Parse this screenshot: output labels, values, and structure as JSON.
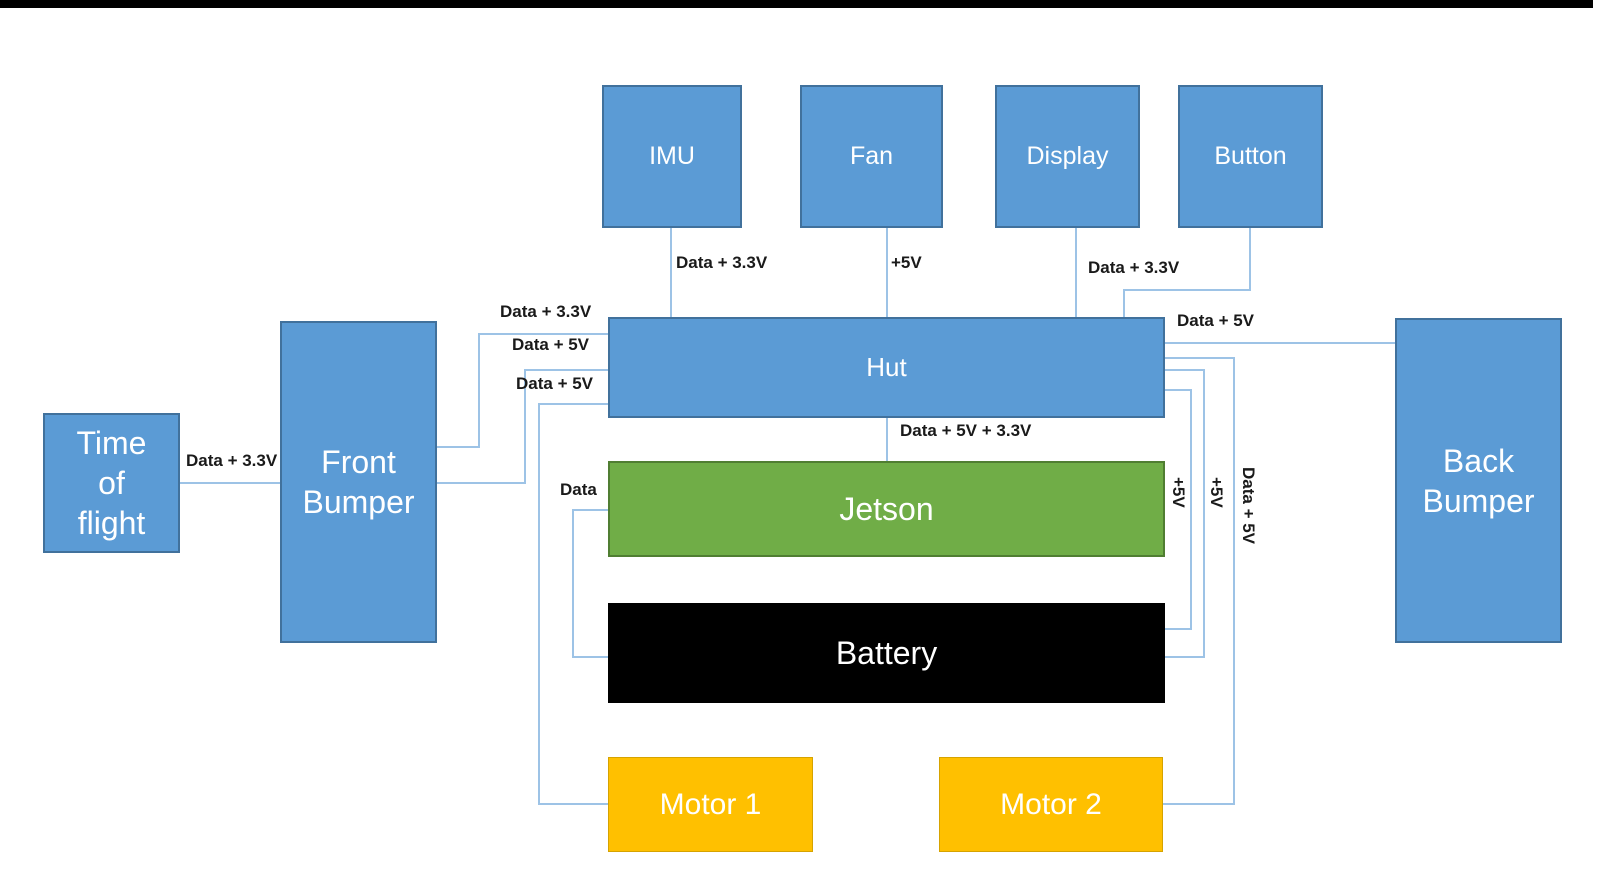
{
  "colors": {
    "node_blue": "#5B9BD5",
    "node_blue_border": "#41719C",
    "node_green": "#70AD47",
    "node_green_border": "#507E32",
    "node_black": "#000000",
    "node_orange": "#FFC000",
    "node_orange_border": "#D6A300",
    "wire": "#9DC3E6",
    "label_text": "#1A1A1A",
    "node_text": "#FFFFFF"
  },
  "nodes": {
    "imu": {
      "label": "IMU"
    },
    "fan": {
      "label": "Fan"
    },
    "display": {
      "label": "Display"
    },
    "button": {
      "label": "Button"
    },
    "hut": {
      "label": "Hut"
    },
    "jetson": {
      "label": "Jetson"
    },
    "battery": {
      "label": "Battery"
    },
    "motor1": {
      "label": "Motor 1"
    },
    "motor2": {
      "label": "Motor 2"
    },
    "time_of_flight": {
      "label": "Time of flight"
    },
    "front_bumper": {
      "label": "Front Bumper"
    },
    "back_bumper": {
      "label": "Back Bumper"
    }
  },
  "edge_labels": {
    "imu_hut": "Data + 3.3V",
    "fan_hut": "+5V",
    "display_hut": "Data + 3.3V",
    "tof_front_bumper": "Data + 3.3V",
    "front_bumper_hut_a": "Data + 3.3V",
    "front_bumper_hut_b": "Data + 5V",
    "hut_motor1": "Data + 5V",
    "jetson_battery": "Data",
    "hut_jetson": "Data + 5V + 3.3V",
    "hut_back_bumper": "Data + 5V",
    "hut_battery_inner": "+5V",
    "hut_battery_outer": "+5V",
    "hut_motor2": "Data + 5V"
  }
}
